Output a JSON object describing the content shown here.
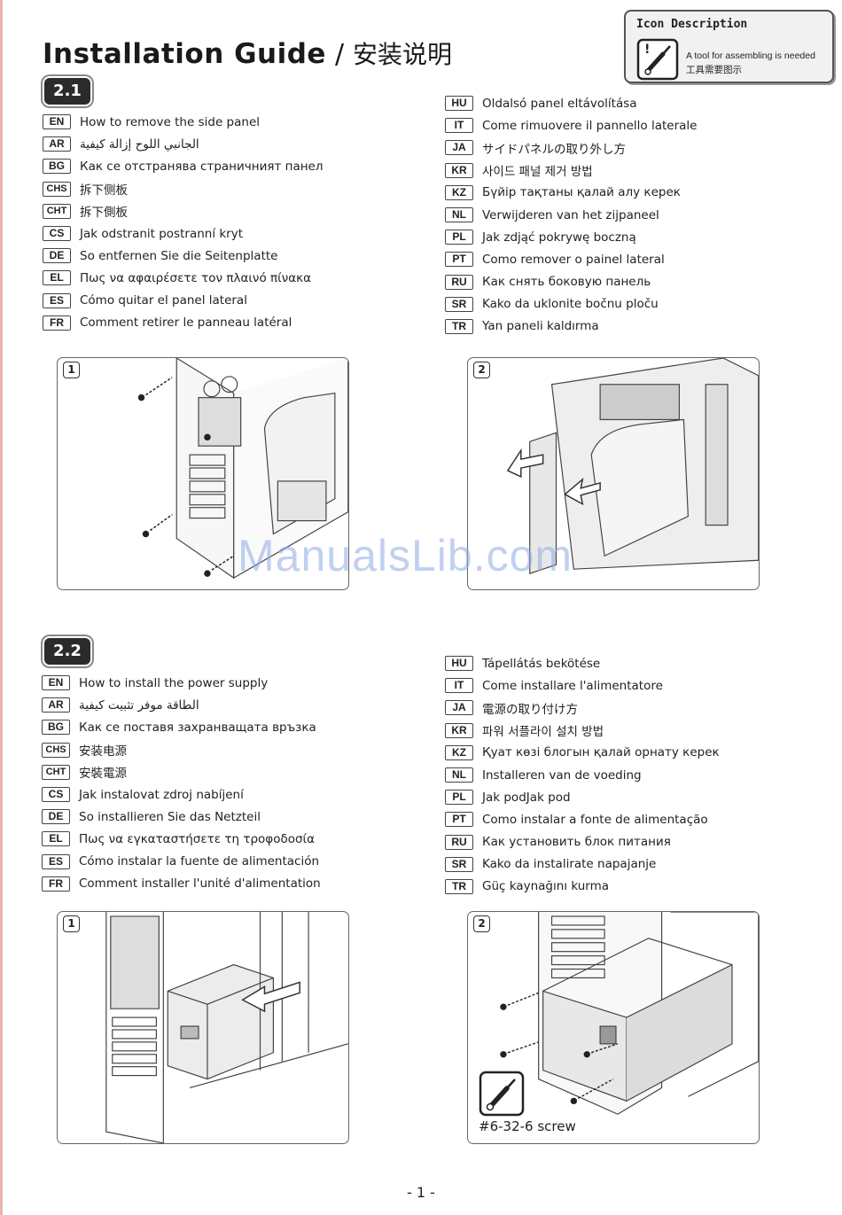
{
  "header": {
    "title": "Installation Guide",
    "separator": "/",
    "title_cn": "安装说明"
  },
  "icon_description": {
    "heading": "Icon Description",
    "icon": "screwdriver-icon",
    "line1": "A tool for assembling is needed",
    "line2": "工具需要图示"
  },
  "sections": [
    {
      "badge": "2.1",
      "left": [
        {
          "code": "EN",
          "text": "How to remove the side panel"
        },
        {
          "code": "AR",
          "text": "الجانبي اللوح إزالة كيفية"
        },
        {
          "code": "BG",
          "text": "Как се отстранява страничният панел"
        },
        {
          "code": "CHS",
          "text": "拆下侧板"
        },
        {
          "code": "CHT",
          "text": "拆下側板"
        },
        {
          "code": "CS",
          "text": "Jak odstranit postranní kryt"
        },
        {
          "code": "DE",
          "text": "So entfernen Sie die Seitenplatte"
        },
        {
          "code": "EL",
          "text": "Πως να αφαιρέσετε τον πλαινό πίνακα"
        },
        {
          "code": "ES",
          "text": "Cómo quitar el panel lateral"
        },
        {
          "code": "FR",
          "text": "Comment retirer le panneau latéral"
        }
      ],
      "right": [
        {
          "code": "HU",
          "text": "Oldalsó panel eltávolítása"
        },
        {
          "code": "IT",
          "text": "Come rimuovere il pannello laterale"
        },
        {
          "code": "JA",
          "text": "サイドパネルの取り外し方"
        },
        {
          "code": "KR",
          "text": "사이드 패널 제거 방법"
        },
        {
          "code": "KZ",
          "text": "Бүйір тақтаны қалай алу керек"
        },
        {
          "code": "NL",
          "text": "Verwijderen van het zijpaneel"
        },
        {
          "code": "PL",
          "text": "Jak zdjąć pokrywę boczną"
        },
        {
          "code": "PT",
          "text": "Como remover o painel lateral"
        },
        {
          "code": "RU",
          "text": "Как снять боковую панель"
        },
        {
          "code": "SR",
          "text": "Kako da uklonite bočnu ploču"
        },
        {
          "code": "TR",
          "text": "Yan paneli kaldırma"
        }
      ],
      "figures": [
        "1",
        "2"
      ]
    },
    {
      "badge": "2.2",
      "left": [
        {
          "code": "EN",
          "text": "How to install the power supply"
        },
        {
          "code": "AR",
          "text": "الطاقة موفر تثبيت كيفية"
        },
        {
          "code": "BG",
          "text": "Как се поставя захранващата връзка"
        },
        {
          "code": "CHS",
          "text": "安装电源"
        },
        {
          "code": "CHT",
          "text": "安裝電源"
        },
        {
          "code": "CS",
          "text": "Jak instalovat zdroj nabíjení"
        },
        {
          "code": "DE",
          "text": "So installieren Sie das Netzteil"
        },
        {
          "code": "EL",
          "text": "Πως να εγκαταστήσετε τη τροφοδοσία"
        },
        {
          "code": "ES",
          "text": "Cómo instalar la fuente de alimentación"
        },
        {
          "code": "FR",
          "text": "Comment installer l'unité d'alimentation"
        }
      ],
      "right": [
        {
          "code": "HU",
          "text": "Tápellátás bekötése"
        },
        {
          "code": "IT",
          "text": "Come installare l'alimentatore"
        },
        {
          "code": "JA",
          "text": "電源の取り付け方"
        },
        {
          "code": "KR",
          "text": "파워 서플라이 설치 방법"
        },
        {
          "code": "KZ",
          "text": "Қуат көзі блогын қалай орнату керек"
        },
        {
          "code": "NL",
          "text": "Installeren van de voeding"
        },
        {
          "code": "PL",
          "text": "Jak podJak pod"
        },
        {
          "code": "PT",
          "text": "Como instalar a fonte de alimentação"
        },
        {
          "code": "RU",
          "text": "Как установить блок питания"
        },
        {
          "code": "SR",
          "text": "Kako da instalirate napajanje"
        },
        {
          "code": "TR",
          "text": "Güç kaynağını kurma"
        }
      ],
      "figures": [
        "1",
        "2"
      ],
      "screw_label": "#6-32-6 screw"
    }
  ],
  "watermark": "ManualsLib.com",
  "page_number": "- 1 -"
}
